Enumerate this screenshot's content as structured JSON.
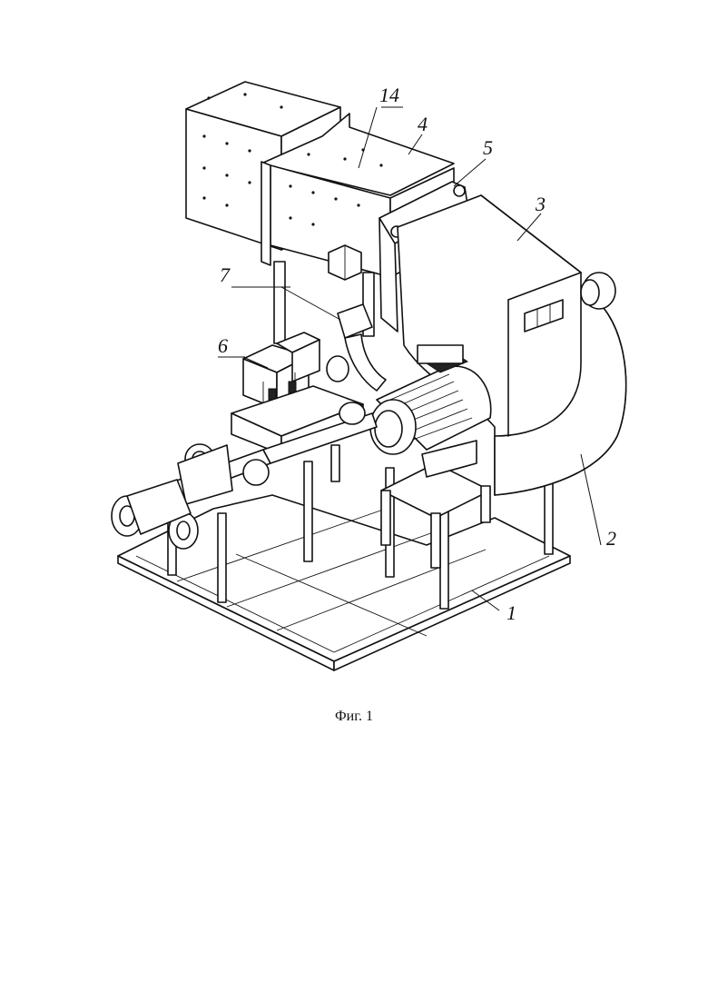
{
  "caption": "Фиг. 1",
  "labels": [
    {
      "id": "label-1",
      "text": "1"
    },
    {
      "id": "label-2",
      "text": "2"
    },
    {
      "id": "label-3",
      "text": "3"
    },
    {
      "id": "label-4",
      "text": "4"
    },
    {
      "id": "label-5",
      "text": "5"
    },
    {
      "id": "label-6",
      "text": "6"
    },
    {
      "id": "label-7",
      "text": "7"
    },
    {
      "id": "label-14",
      "text": "14"
    }
  ],
  "components": {
    "frame": "label-1",
    "blower_housing": "label-2",
    "fan_volute": "label-3",
    "air_duct": "label-4",
    "flange": "label-5",
    "gas_valve_block": "label-6",
    "control_unit": "label-7",
    "duct_end": "label-14"
  }
}
